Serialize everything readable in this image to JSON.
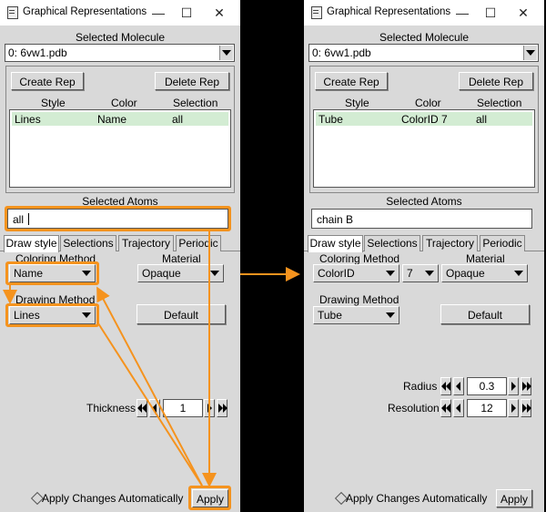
{
  "colors": {
    "highlight": "#f5931e",
    "selected_row": "#d3ecd3",
    "window_bg": "#d9d9d9"
  },
  "icons": {
    "title": "vmd-window-icon",
    "minimize": "minimize-icon",
    "maximize": "maximize-icon",
    "close": "close-icon",
    "dropdown": "triangle-down-icon",
    "radio": "diamond-radio-icon"
  },
  "left": {
    "title": "Graphical Representations",
    "minimize": "—",
    "maximize": "☐",
    "close": "✕",
    "selected_molecule_label": "Selected Molecule",
    "molecule": "0: 6vw1.pdb",
    "create_rep": "Create Rep",
    "delete_rep": "Delete Rep",
    "col_style": "Style",
    "col_color": "Color",
    "col_selection": "Selection",
    "row": {
      "style": "Lines",
      "color": "Name",
      "selection": "all"
    },
    "selected_atoms_label": "Selected Atoms",
    "selected_atoms": "all",
    "tabs": [
      "Draw style",
      "Selections",
      "Trajectory",
      "Periodic"
    ],
    "coloring_method_label": "Coloring Method",
    "coloring_method": "Name",
    "material_label": "Material",
    "material": "Opaque",
    "drawing_method_label": "Drawing Method",
    "drawing_method": "Lines",
    "default_btn": "Default",
    "thickness_label": "Thickness",
    "thickness": "1",
    "apply_auto": "Apply Changes Automatically",
    "apply": "Apply"
  },
  "right": {
    "title": "Graphical Representations",
    "minimize": "—",
    "maximize": "☐",
    "close": "✕",
    "selected_molecule_label": "Selected Molecule",
    "molecule": "0: 6vw1.pdb",
    "create_rep": "Create Rep",
    "delete_rep": "Delete Rep",
    "col_style": "Style",
    "col_color": "Color",
    "col_selection": "Selection",
    "row": {
      "style": "Tube",
      "color": "ColorID 7",
      "selection": "all"
    },
    "selected_atoms_label": "Selected Atoms",
    "selected_atoms": "chain B",
    "tabs": [
      "Draw style",
      "Selections",
      "Trajectory",
      "Periodic"
    ],
    "coloring_method_label": "Coloring Method",
    "coloring_method": "ColorID",
    "color_id": "7",
    "material_label": "Material",
    "material": "Opaque",
    "drawing_method_label": "Drawing Method",
    "drawing_method": "Tube",
    "default_btn": "Default",
    "radius_label": "Radius",
    "radius": "0.3",
    "resolution_label": "Resolution",
    "resolution": "12",
    "apply_auto": "Apply Changes Automatically",
    "apply": "Apply"
  }
}
